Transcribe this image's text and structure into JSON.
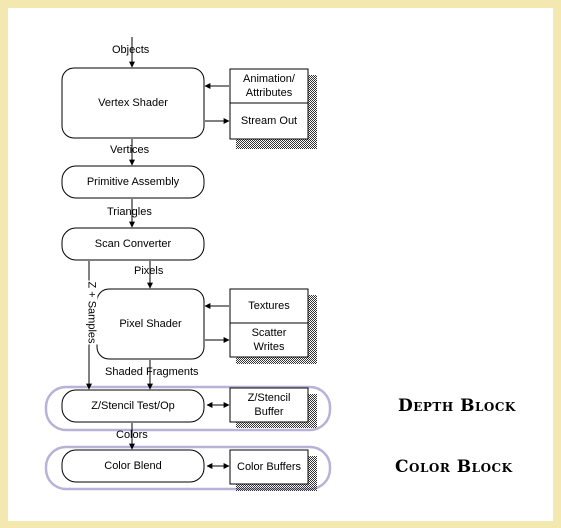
{
  "edge_labels": {
    "objects": "Objects",
    "vertices": "Vertices",
    "triangles": "Triangles",
    "pixels": "Pixels",
    "shaded_fragments": "Shaded Fragments",
    "colors": "Colors",
    "z_samples": "Z + Samples"
  },
  "pipeline": {
    "vertex_shader": "Vertex Shader",
    "primitive_assembly": "Primitive Assembly",
    "scan_converter": "Scan Converter",
    "pixel_shader": "Pixel Shader",
    "z_stencil_test": "Z/Stencil Test/Op",
    "color_blend": "Color Blend"
  },
  "side_boxes": {
    "animation_attributes": [
      "Animation/",
      "Attributes"
    ],
    "stream_out": "Stream Out",
    "textures": "Textures",
    "scatter_writes": [
      "Scatter",
      "Writes"
    ],
    "z_stencil_buffer": [
      "Z/Stencil",
      "Buffer"
    ],
    "color_buffers": "Color Buffers"
  },
  "blocks": {
    "depth": "Depth Block",
    "color": "Color Block"
  },
  "colors": {
    "background": "#f2e8b0",
    "canvas": "#ffffff",
    "block_outline": "#b7b3d8",
    "shadow": "#555555"
  }
}
